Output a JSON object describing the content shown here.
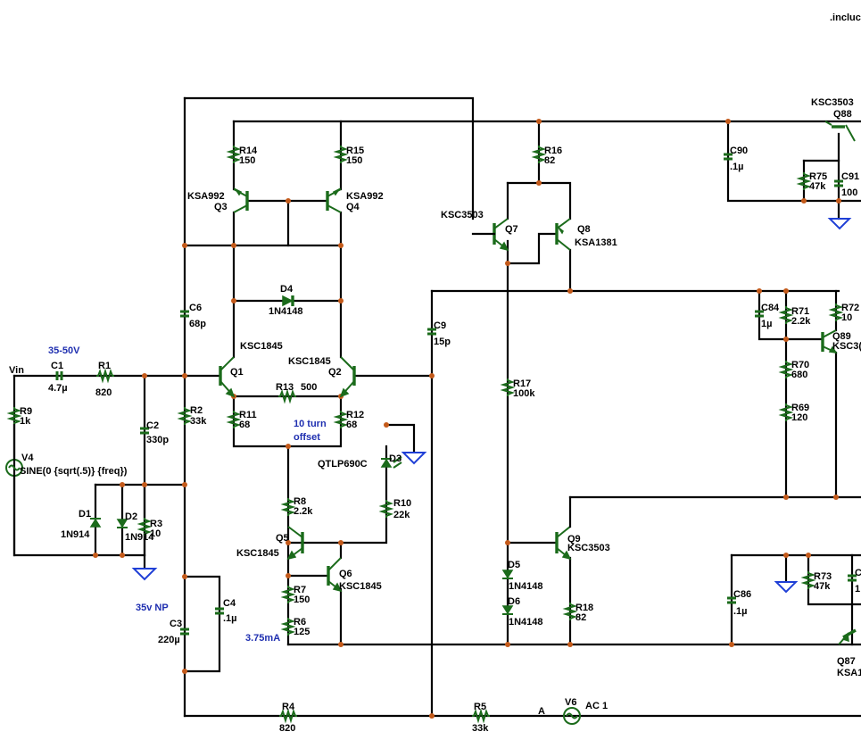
{
  "header": {
    "include_text": ".incluc"
  },
  "supply_note": "35-50V",
  "cap_note": "35v NP",
  "offset_note_1": "10 turn",
  "offset_note_2": "offset",
  "current_note": "3.75mA",
  "vin_label": "Vin",
  "node_a_label": "A",
  "sine_expr": "SINE(0 {sqrt(.5)} {freq})",
  "components": {
    "C1": {
      "name": "C1",
      "value": "4.7µ"
    },
    "R1": {
      "name": "R1",
      "value": "820"
    },
    "R9": {
      "name": "R9",
      "value": "1k"
    },
    "V4": {
      "name": "V4"
    },
    "C2": {
      "name": "C2",
      "value": "330p"
    },
    "R2": {
      "name": "R2",
      "value": "33k"
    },
    "C6": {
      "name": "C6",
      "value": "68p"
    },
    "D1": {
      "name": "D1",
      "value": "1N914"
    },
    "D2": {
      "name": "D2",
      "value": "1N914"
    },
    "R3": {
      "name": "R3",
      "value": "10"
    },
    "C3": {
      "name": "C3",
      "value": "220µ"
    },
    "C4": {
      "name": "C4",
      "value": ".1µ"
    },
    "R4": {
      "name": "R4",
      "value": "820"
    },
    "R14": {
      "name": "R14",
      "value": "150"
    },
    "R15": {
      "name": "R15",
      "value": "150"
    },
    "Q3": {
      "name": "Q3",
      "model": "KSA992"
    },
    "Q4": {
      "name": "Q4",
      "model": "KSA992"
    },
    "D4": {
      "name": "D4",
      "value": "1N4148"
    },
    "Q1": {
      "name": "Q1",
      "model": "KSC1845"
    },
    "Q2": {
      "name": "Q2",
      "model": "KSC1845"
    },
    "R13": {
      "name": "R13",
      "value": "500"
    },
    "R11": {
      "name": "R11",
      "value": "68"
    },
    "R12": {
      "name": "R12",
      "value": "68"
    },
    "R8": {
      "name": "R8",
      "value": "2.2k"
    },
    "Q5": {
      "name": "Q5",
      "model": "KSC1845"
    },
    "Q6": {
      "name": "Q6",
      "model": "KSC1845"
    },
    "R7": {
      "name": "R7",
      "value": "150"
    },
    "R6": {
      "name": "R6",
      "value": "125"
    },
    "D3": {
      "name": "D3",
      "model": "QTLP690C"
    },
    "R10": {
      "name": "R10",
      "value": "22k"
    },
    "C9": {
      "name": "C9",
      "value": "15p"
    },
    "R16": {
      "name": "R16",
      "value": "82"
    },
    "Q7": {
      "name": "Q7",
      "model": "KSC3503"
    },
    "Q8": {
      "name": "Q8",
      "model": "KSA1381"
    },
    "R17": {
      "name": "R17",
      "value": "100k"
    },
    "Q9": {
      "name": "Q9",
      "model": "KSC3503"
    },
    "D5": {
      "name": "D5",
      "value": "1N4148"
    },
    "D6": {
      "name": "D6",
      "value": "1N4148"
    },
    "R18": {
      "name": "R18",
      "value": "82"
    },
    "R5": {
      "name": "R5",
      "value": "33k"
    },
    "V6": {
      "name": "V6",
      "value": "AC 1"
    },
    "C90": {
      "name": "C90",
      "value": ".1µ"
    },
    "R75": {
      "name": "R75",
      "value": "47k"
    },
    "C91": {
      "name": "C91",
      "value": "100"
    },
    "Q88": {
      "name": "Q88",
      "model": "KSC3503"
    },
    "C84": {
      "name": "C84",
      "value": "1µ"
    },
    "R71": {
      "name": "R71",
      "value": "2.2k"
    },
    "R72": {
      "name": "R72",
      "value": "10"
    },
    "Q89": {
      "name": "Q89",
      "model": "KSC3("
    },
    "R70": {
      "name": "R70",
      "value": "680"
    },
    "R69": {
      "name": "R69",
      "value": "120"
    },
    "C86": {
      "name": "C86",
      "value": ".1µ"
    },
    "R73": {
      "name": "R73",
      "value": "47k"
    },
    "C_edge": {
      "name": "C",
      "value": "1"
    },
    "Q87": {
      "name": "Q87",
      "model": "KSA1"
    }
  }
}
